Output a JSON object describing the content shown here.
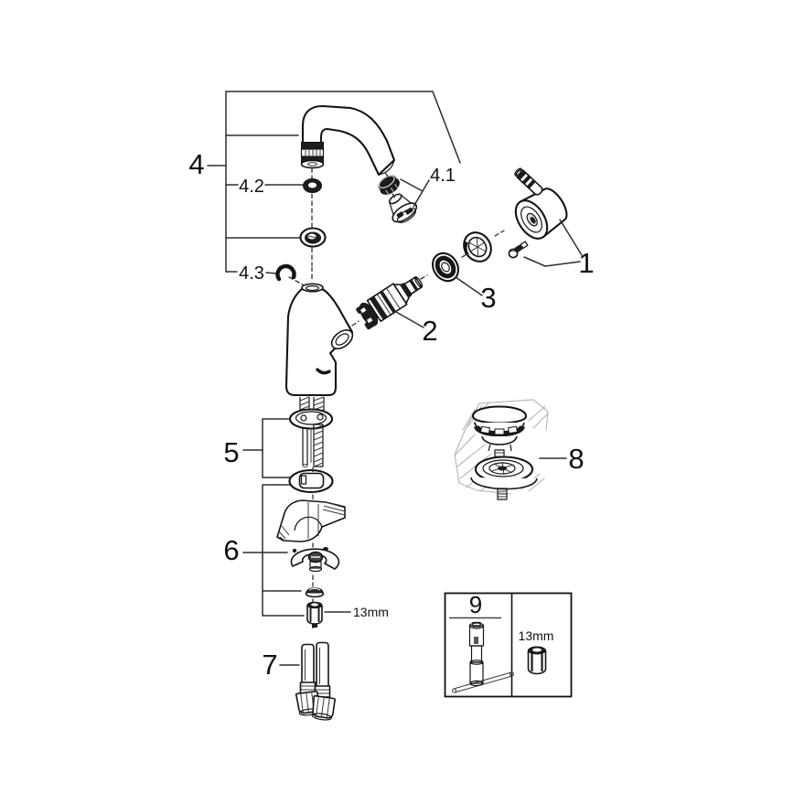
{
  "diagram": {
    "kind": "exploded-parts-diagram",
    "background": "#ffffff",
    "line_color": "#141414",
    "callout_line_color": "#2e2e2e",
    "dark_part_color": "#1d1d1d",
    "sketch_hatch_color": "#b3b3b3"
  },
  "callouts": {
    "c1": "1",
    "c2": "2",
    "c3": "3",
    "c4": "4",
    "c4_1": "4.1",
    "c4_2": "4.2",
    "c4_3": "4.3",
    "c5": "5",
    "c6": "6",
    "c7": "7",
    "c8": "8",
    "c9": "9",
    "nut_size": "13mm",
    "tool_nut_size": "13mm"
  }
}
